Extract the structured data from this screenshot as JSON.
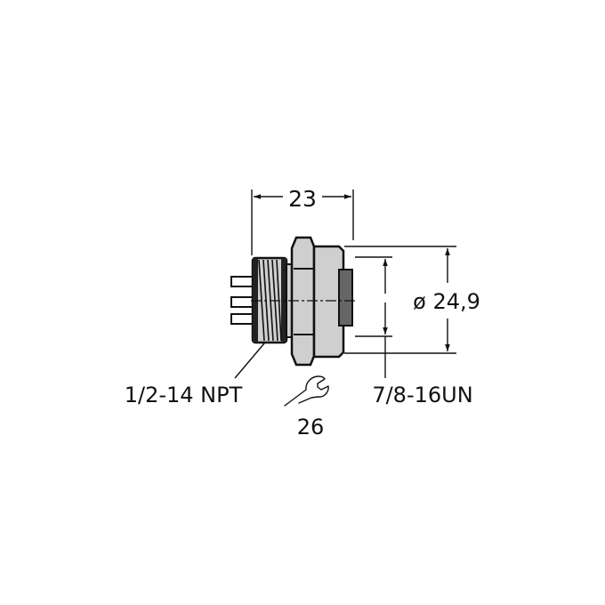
{
  "drawing": {
    "title": "Connector dimensional drawing",
    "colors": {
      "line": "#111111",
      "body_fill": "#cfcfcf",
      "face_fill": "#666666",
      "background": "#ffffff"
    }
  },
  "dimensions": {
    "length": {
      "value": "23"
    },
    "diameter": {
      "value": "ø 24,9"
    },
    "wrench_size": {
      "value": "26",
      "icon": "wrench-icon"
    }
  },
  "callouts": {
    "rear_thread": "1/2-14 NPT",
    "front_thread": "7/8-16UN"
  }
}
